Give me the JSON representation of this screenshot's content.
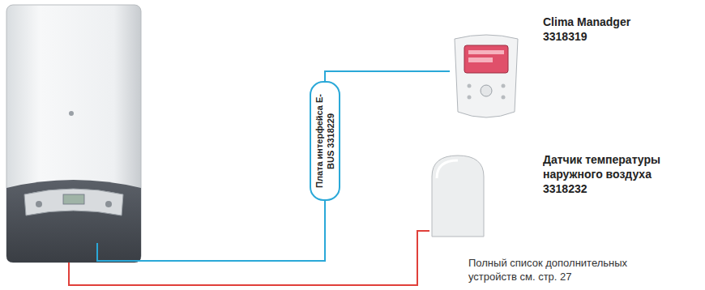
{
  "diagram": {
    "nodes": [
      {
        "text": [
          "Плата интерфейса E-BUS 3318229"
        ]
      },
      {
        "text": [
          "Clima Manadger 3318319"
        ]
      },
      {
        "text": [
          "Датчик температуры наружного воздуха 3318232"
        ]
      }
    ],
    "edges": [
      {
        "from": 0,
        "to": 1,
        "arrow": "none"
      }
    ],
    "labels": [
      "Полный список дополнительных устройств см. стр. 27"
    ]
  }
}
